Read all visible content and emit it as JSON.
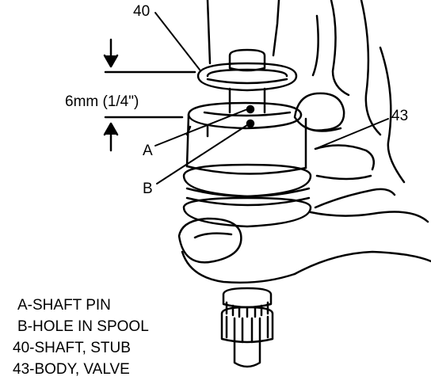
{
  "callouts": {
    "part_40": "40",
    "part_43": "43",
    "point_a": "A",
    "point_b": "B",
    "dimension": "6mm (1/4\")"
  },
  "legend": [
    "A-SHAFT PIN",
    "B-HOLE IN SPOOL",
    "40-SHAFT, STUB",
    "43-BODY, VALVE"
  ],
  "colors": {
    "ink": "#000000",
    "paper": "#ffffff"
  }
}
